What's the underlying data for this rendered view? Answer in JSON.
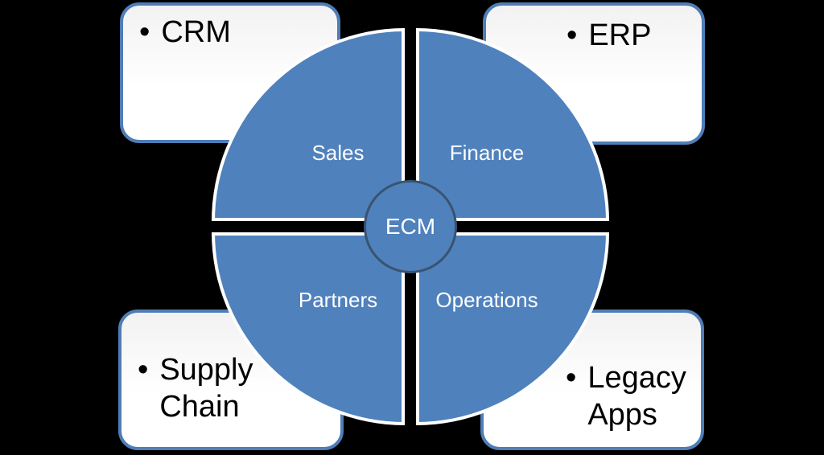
{
  "colors": {
    "canvas_bg": "#000000",
    "quadrant_fill": "#4F81BD",
    "quadrant_stroke": "#FFFFFF",
    "center_circle_border": "#3A5370",
    "box_border": "#4F7DB6",
    "box_fill_top": "#F2F2F2",
    "box_fill_bottom": "#FFFFFF",
    "box_text": "#000000",
    "quadrant_text": "#FFFFFF"
  },
  "bullet": "•",
  "center": {
    "label": "ECM"
  },
  "quadrants": [
    {
      "position": "top-left",
      "label": "Sales"
    },
    {
      "position": "top-right",
      "label": "Finance"
    },
    {
      "position": "bottom-left",
      "label": "Partners"
    },
    {
      "position": "bottom-right",
      "label": "Operations"
    }
  ],
  "corner_boxes": [
    {
      "position": "top-left",
      "label": "CRM"
    },
    {
      "position": "top-right",
      "label": "ERP"
    },
    {
      "position": "bottom-left",
      "label": "Supply Chain"
    },
    {
      "position": "bottom-right",
      "label": "Legacy Apps"
    }
  ]
}
